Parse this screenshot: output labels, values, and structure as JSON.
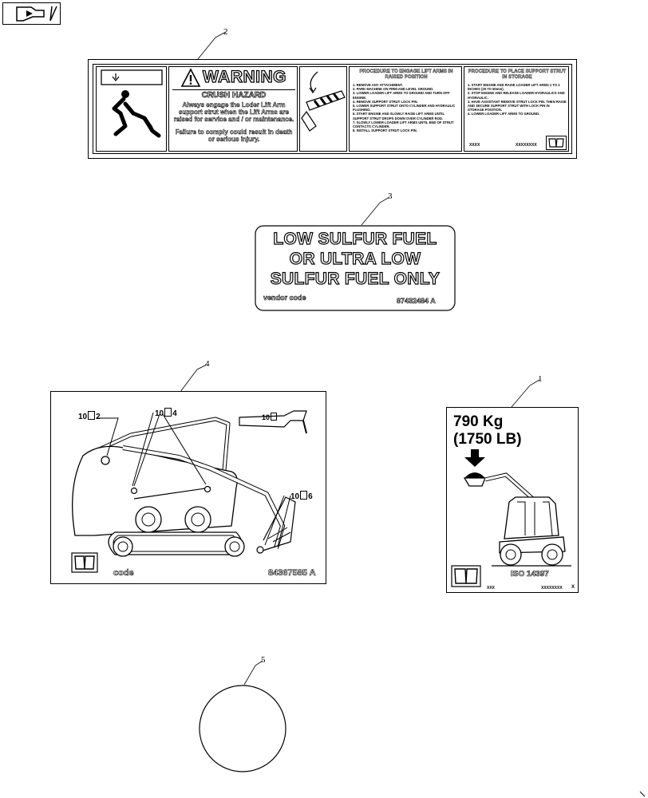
{
  "callouts": {
    "c1": "1",
    "c2": "2",
    "c3": "3",
    "c4": "4",
    "c5": "5"
  },
  "decal2": {
    "warning": "WARNING",
    "hazard": "CRUSH HAZARD",
    "body1": "Always engage the Loder Lift Arm support strut when the Lift Arms are raised for service and / or maintenance.",
    "body2": "Failure to comply could result in death or serious injury.",
    "proc1_title": "PROCEDURE TO ENGAGE LIFT ARMS IN RAISED POSITION",
    "proc1_steps": [
      "1. REMOVE ANY ATTACHMENT.",
      "2. PARK MACHINE ON FIRM AND LEVEL GROUND.",
      "3. LOWER LOADER LIFT ARMS TO GROUND AND TURN OFF ENGINE.",
      "4. REMOVE SUPPORT STRUT LOCK PIN.",
      "5. LOWER SUPPORT STRUT ONTO CYLINDER AND HYDRAULIC FLUSHING.",
      "6. START ENGINE AND SLOWLY RAISE LIFT ARMS UNTIL SUPPORT STRUT DROPS DOWN OVER CYLINDER ROD.",
      "7. SLOWLY LOWER LOADER LIFT ARMS UNTIL END OF STRUT CONTACTS CYLINDER.",
      "8. INSTALL SUPPORT STRUT LOCK PIN."
    ],
    "proc2_title": "PROCEDURE TO PLACE SUPPORT STRUT IN STORAGE",
    "proc2_steps": [
      "1. START ENGINE AND RAISE LOADER LIFT ARMS 1 TO 2 INCHES (25 TO 50mm).",
      "2. STOP ENGINE AND RELEASE LOADER HYDRAULICS AND HYDRAULIC.",
      "3. HAVE ASSISTANT REMOVE STRUT LOCK PIN. THEN RAISE AND SECURE SUPPORT STRUT WITH LOCK PIN IN STORAGE POSITION.",
      "4. LOWER LOADER LIFT ARMS TO GROUND."
    ],
    "code_left": "XXXX",
    "code_right": "XXXXXXXX"
  },
  "decal3": {
    "line1": "LOW SULFUR FUEL",
    "line2": "OR ULTRA LOW",
    "line3": "SULFUR FUEL ONLY",
    "vendor": "vendor code",
    "part": "87432484 A"
  },
  "decal4": {
    "lbl_a": "10",
    "lbl_a_n": "2",
    "lbl_b": "10",
    "lbl_b_n": "4",
    "lbl_c": "10",
    "lbl_d": "10",
    "lbl_d_n": "6",
    "code": "code",
    "part": "84367585 A"
  },
  "decal1": {
    "kg": "790 Kg",
    "lb": "(1750 LB)",
    "iso": "ISO 14397",
    "code_left": "XXX",
    "code_right": "XXXXXXXX",
    "code_x": "X"
  },
  "colors": {
    "ink": "#000000",
    "paper": "#ffffff"
  }
}
